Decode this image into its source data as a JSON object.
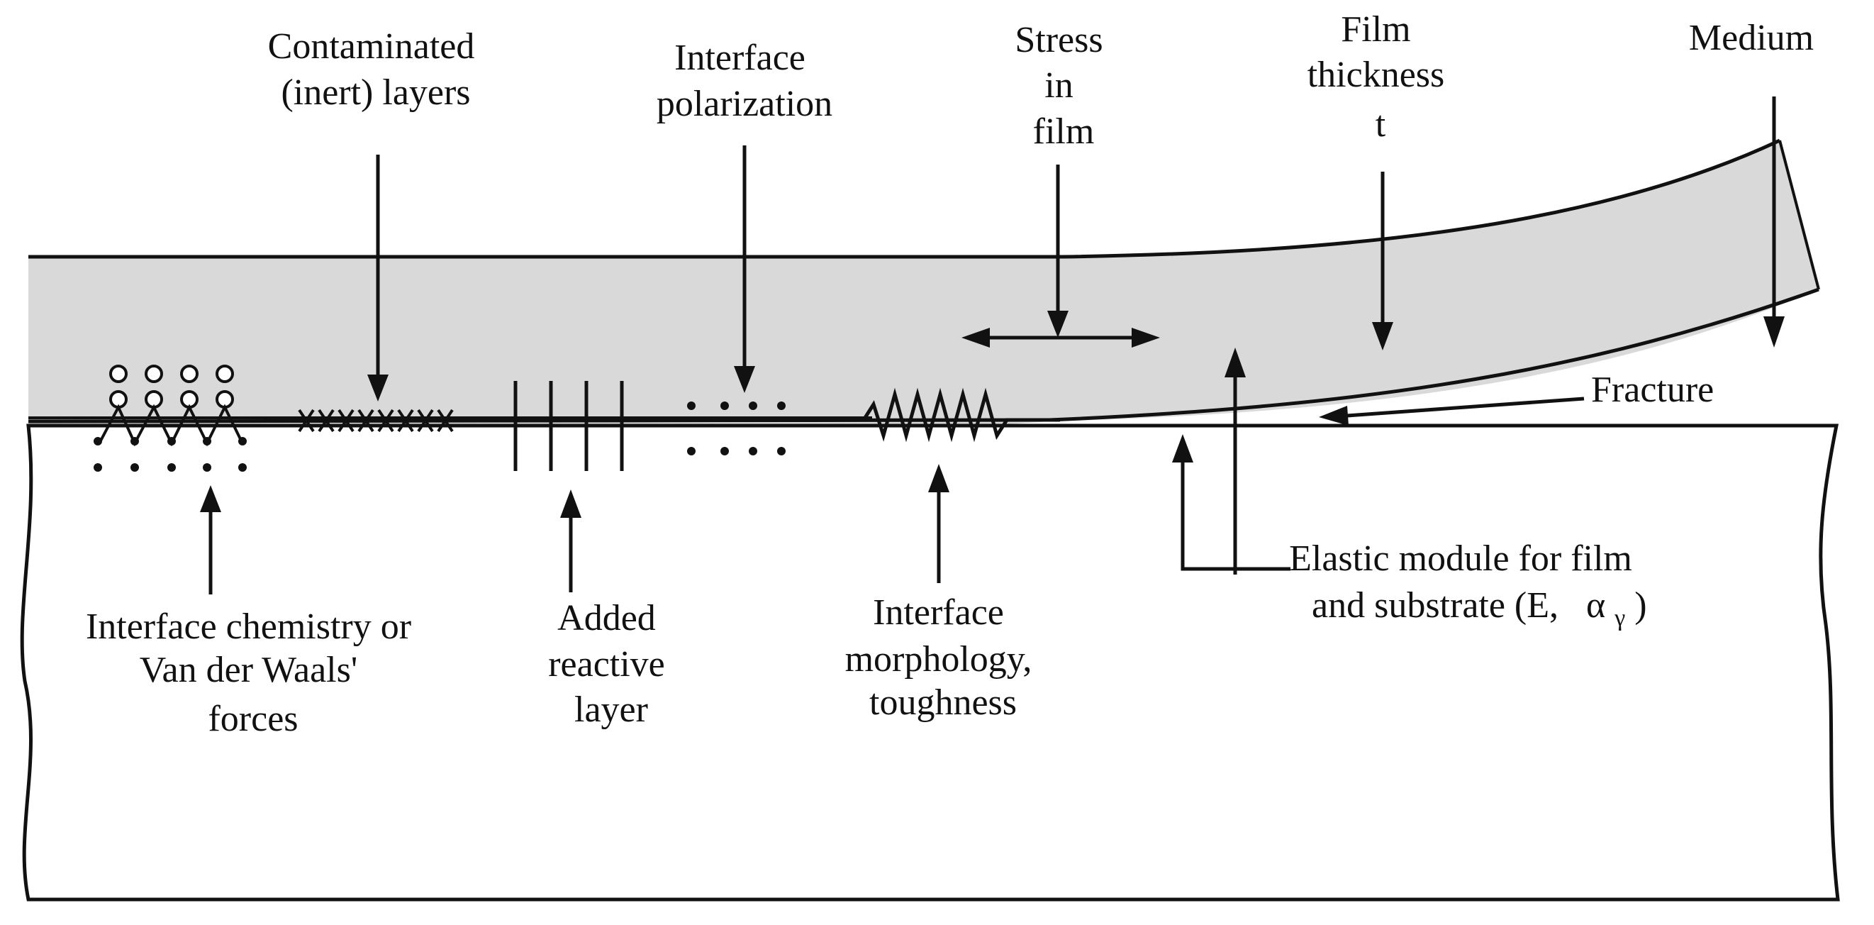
{
  "labels": {
    "contaminated": [
      "Contaminated",
      "(inert) layers"
    ],
    "polarization": [
      "Interface",
      "polarization"
    ],
    "stress": [
      "Stress",
      "in",
      "film"
    ],
    "thickness": [
      "Film",
      "thickness",
      "t"
    ],
    "medium": "Medium",
    "fracture": "Fracture",
    "chemistry": [
      "Interface chemistry or",
      "Van der Waals'",
      "forces"
    ],
    "reactive": [
      "Added",
      "reactive",
      "layer"
    ],
    "morphology": [
      "Interface",
      "morphology,",
      "toughness"
    ],
    "elastic_line1": "Elastic module for film",
    "elastic_line2_main": "and substrate (E,",
    "elastic_alpha": "α",
    "elastic_sub": "γ",
    "elastic_close": ")"
  },
  "colors": {
    "film_fill": "#d9d9d9",
    "stroke": "#111111",
    "background": "#ffffff"
  }
}
